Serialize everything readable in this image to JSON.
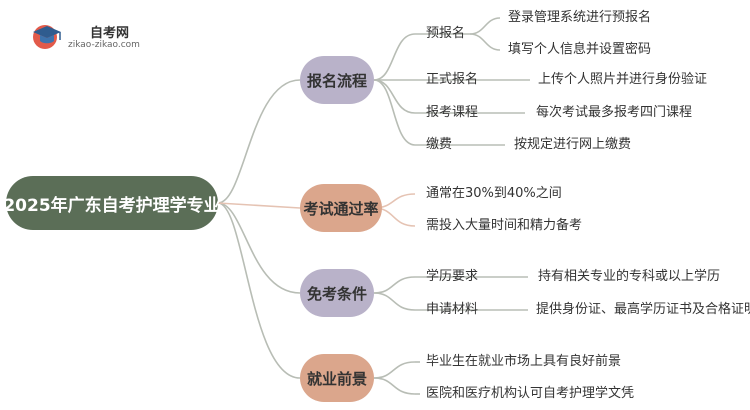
{
  "logo": {
    "title": "自考网",
    "url": "zikao-zikao.com"
  },
  "mindmap": {
    "root": "2025年广东自考护理学专业",
    "categories": [
      {
        "label": "报名流程",
        "items": [
          {
            "label": "预报名",
            "details": [
              "登录管理系统进行预报名",
              "填写个人信息并设置密码"
            ]
          },
          {
            "label": "正式报名",
            "details": [
              "上传个人照片并进行身份验证"
            ]
          },
          {
            "label": "报考课程",
            "details": [
              "每次考试最多报考四门课程"
            ]
          },
          {
            "label": "缴费",
            "details": [
              "按规定进行网上缴费"
            ]
          }
        ]
      },
      {
        "label": "考试通过率",
        "leaves": [
          "通常在30%到40%之间",
          "需投入大量时间和精力备考"
        ]
      },
      {
        "label": "免考条件",
        "items": [
          {
            "label": "学历要求",
            "details": [
              "持有相关专业的专科或以上学历"
            ]
          },
          {
            "label": "申请材料",
            "details": [
              "提供身份证、最高学历证书及合格证明"
            ]
          }
        ]
      },
      {
        "label": "就业前景",
        "leaves": [
          "毕业生在就业市场上具有良好前景",
          "医院和医疗机构认可自考护理学文凭"
        ]
      }
    ]
  },
  "colors": {
    "root_fill": "#5b6e57",
    "purple_node": "#b9b2c9",
    "salmon_node": "#dba68c",
    "connector": "#b8bdb5",
    "connector_salmon": "#e5c3b3"
  }
}
